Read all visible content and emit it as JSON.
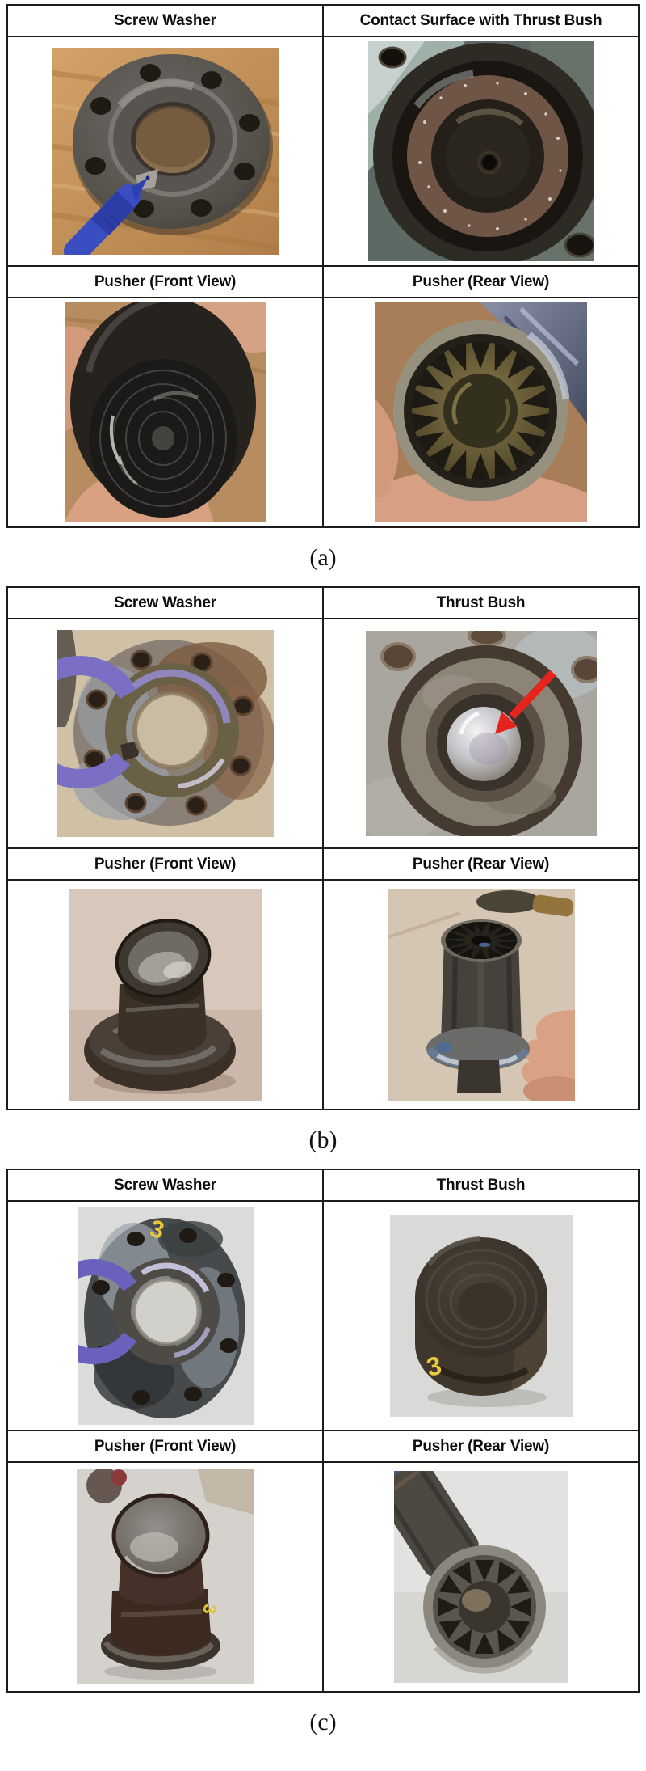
{
  "figure": {
    "panels": [
      {
        "id": "a",
        "caption": "(a)",
        "top_headers": {
          "left": "Screw Washer",
          "right": "Contact Surface with Thrust Bush"
        },
        "bottom_headers": {
          "left": "Pusher (Front View)",
          "right": "Pusher (Rear View)"
        },
        "pen_color": "#3a4ec2",
        "photos": {
          "top_left_alt": "Worn screw washer flange with eight bolt holes lying on a wooden table, blue marker pen pointing at a wear notch on the raised inner ring",
          "top_right_alt": "Contact surface with thrust bush: dark circular seat inside the housing with speckled wear ring and small center hole",
          "bottom_left_alt": "Pusher front view: hand holding the pusher, circular contact face with shiny concentric wear marks",
          "bottom_right_alt": "Pusher rear view: hand holding the pusher, internal splined bore with gear-like teeth"
        }
      },
      {
        "id": "b",
        "caption": "(b)",
        "top_headers": {
          "left": "Screw Washer",
          "right": "Thrust Bush"
        },
        "bottom_headers": {
          "left": "Pusher (Front View)",
          "right": "Pusher (Rear View)"
        },
        "arrow_color": "#e5241d",
        "marker_color": "#7a6fc5",
        "photos": {
          "top_left_alt": "Screw washer flange with rust and blue-purple marker highlighting the worn C-shaped contact arc",
          "top_right_alt": "Thrust bush seat in housing with polished spherical center, red arrow pointing at the sphere",
          "bottom_left_alt": "Pusher front view: stepped dark cylinder standing on table, smeared wear on top face",
          "bottom_right_alt": "Pusher rear view: vertical pusher with splined bore opening, shiny blue-marked flange, held by hand"
        }
      },
      {
        "id": "c",
        "caption": "(c)",
        "top_headers": {
          "left": "Screw Washer",
          "right": "Thrust Bush"
        },
        "bottom_headers": {
          "left": "Pusher (Front View)",
          "right": "Pusher (Rear View)"
        },
        "part_mark": "3",
        "mark_color": "#e8c93a",
        "marker_color": "#6a61bc",
        "photos": {
          "top_left_alt": "Screw washer with blue-purple marked wear arc and yellow number 3, on light grey background",
          "top_right_alt": "Thrust bush: dark cylindrical part viewed from above with yellow number 3 on its side",
          "bottom_left_alt": "Pusher front view: dark stepped cylinder with shiny worn dome top and yellow number 3 mark",
          "bottom_right_alt": "Pusher rear view: tilted pusher showing internal splined bore end"
        }
      }
    ]
  }
}
